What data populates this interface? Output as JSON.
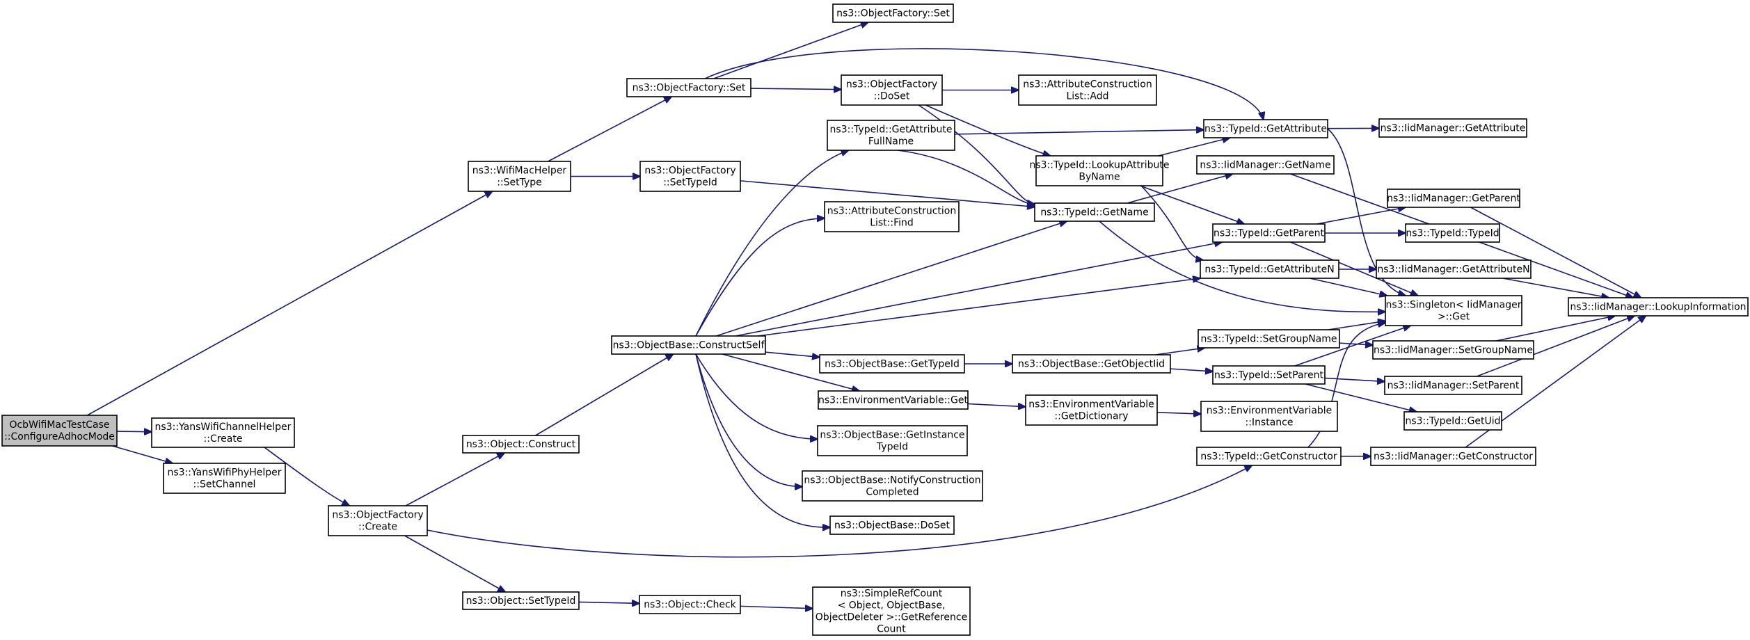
{
  "graph": {
    "edge_color": "#191970",
    "root_fill": "#bfbfbf",
    "nodes": [
      {
        "id": "root",
        "lines": [
          "OcbWifiMacTestCase",
          "::ConfigureAdhocMode"
        ],
        "root": true
      },
      {
        "id": "wmh_settype",
        "lines": [
          "ns3::WifiMacHelper",
          "::SetType"
        ]
      },
      {
        "id": "ywch_create",
        "lines": [
          "ns3::YansWifiChannelHelper",
          "::Create"
        ]
      },
      {
        "id": "ywph_setchannel",
        "lines": [
          "ns3::YansWifiPhyHelper",
          "::SetChannel"
        ]
      },
      {
        "id": "of_set",
        "lines": [
          "ns3::ObjectFactory::Set"
        ]
      },
      {
        "id": "of_settypeid",
        "lines": [
          "ns3::ObjectFactory",
          "::SetTypeId"
        ]
      },
      {
        "id": "of_create",
        "lines": [
          "ns3::ObjectFactory",
          "::Create"
        ]
      },
      {
        "id": "obj_construct",
        "lines": [
          "ns3::Object::Construct"
        ]
      },
      {
        "id": "obj_settypeid",
        "lines": [
          "ns3::Object::SetTypeId"
        ]
      },
      {
        "id": "of_set_top",
        "lines": [
          "ns3::ObjectFactory::Set"
        ]
      },
      {
        "id": "of_doset",
        "lines": [
          "ns3::ObjectFactory",
          "::DoSet"
        ]
      },
      {
        "id": "tid_getattrfullname",
        "lines": [
          "ns3::TypeId::GetAttribute",
          "FullName"
        ]
      },
      {
        "id": "acl_find",
        "lines": [
          "ns3::AttributeConstruction",
          "List::Find"
        ]
      },
      {
        "id": "ob_constructself",
        "lines": [
          "ns3::ObjectBase::ConstructSelf"
        ]
      },
      {
        "id": "ob_gettypeid",
        "lines": [
          "ns3::ObjectBase::GetTypeId"
        ]
      },
      {
        "id": "ev_get",
        "lines": [
          "ns3::EnvironmentVariable::Get"
        ]
      },
      {
        "id": "ob_getinstancetypeid",
        "lines": [
          "ns3::ObjectBase::GetInstance",
          "TypeId"
        ]
      },
      {
        "id": "ob_notifyconstruction",
        "lines": [
          "ns3::ObjectBase::NotifyConstruction",
          "Completed"
        ]
      },
      {
        "id": "ob_doset",
        "lines": [
          "ns3::ObjectBase::DoSet"
        ]
      },
      {
        "id": "obj_check",
        "lines": [
          "ns3::Object::Check"
        ]
      },
      {
        "id": "src_getrefcount",
        "lines": [
          "ns3::SimpleRefCount",
          "< Object, ObjectBase,",
          "ObjectDeleter >::GetReference",
          "Count"
        ]
      },
      {
        "id": "acl_add",
        "lines": [
          "ns3::AttributeConstruction",
          "List::Add"
        ]
      },
      {
        "id": "tid_lookupattrbyname",
        "lines": [
          "ns3::TypeId::LookupAttribute",
          "ByName"
        ]
      },
      {
        "id": "tid_getname",
        "lines": [
          "ns3::TypeId::GetName"
        ]
      },
      {
        "id": "ob_getobjectiid",
        "lines": [
          "ns3::ObjectBase::GetObjectIid"
        ]
      },
      {
        "id": "ev_getdictionary",
        "lines": [
          "ns3::EnvironmentVariable",
          "::GetDictionary"
        ]
      },
      {
        "id": "tid_getattribute",
        "lines": [
          "ns3::TypeId::GetAttribute"
        ]
      },
      {
        "id": "iidm_getname",
        "lines": [
          "ns3::IidManager::GetName"
        ]
      },
      {
        "id": "tid_getparent",
        "lines": [
          "ns3::TypeId::GetParent"
        ]
      },
      {
        "id": "tid_getattributen",
        "lines": [
          "ns3::TypeId::GetAttributeN"
        ]
      },
      {
        "id": "tid_setgroupname",
        "lines": [
          "ns3::TypeId::SetGroupName"
        ]
      },
      {
        "id": "tid_setparent",
        "lines": [
          "ns3::TypeId::SetParent"
        ]
      },
      {
        "id": "ev_instance",
        "lines": [
          "ns3::EnvironmentVariable",
          "::Instance"
        ]
      },
      {
        "id": "tid_getconstructor",
        "lines": [
          "ns3::TypeId::GetConstructor"
        ]
      },
      {
        "id": "iidm_getattribute",
        "lines": [
          "ns3::IidManager::GetAttribute"
        ]
      },
      {
        "id": "iidm_getparent",
        "lines": [
          "ns3::IidManager::GetParent"
        ]
      },
      {
        "id": "tid_typeid",
        "lines": [
          "ns3::TypeId::TypeId"
        ]
      },
      {
        "id": "iidm_getattributen",
        "lines": [
          "ns3::IidManager::GetAttributeN"
        ]
      },
      {
        "id": "singleton_get",
        "lines": [
          "ns3::Singleton< IidManager",
          " >::Get"
        ]
      },
      {
        "id": "iidm_setgroupname",
        "lines": [
          "ns3::IidManager::SetGroupName"
        ]
      },
      {
        "id": "iidm_setparent",
        "lines": [
          "ns3::IidManager::SetParent"
        ]
      },
      {
        "id": "tid_getuid",
        "lines": [
          "ns3::TypeId::GetUid"
        ]
      },
      {
        "id": "iidm_getconstructor",
        "lines": [
          "ns3::IidManager::GetConstructor"
        ]
      },
      {
        "id": "iidm_lookupinformation",
        "lines": [
          "ns3::IidManager::LookupInformation"
        ]
      }
    ],
    "edges": [
      [
        "root",
        "wmh_settype"
      ],
      [
        "root",
        "ywch_create"
      ],
      [
        "root",
        "ywph_setchannel"
      ],
      [
        "wmh_settype",
        "of_set"
      ],
      [
        "wmh_settype",
        "of_settypeid"
      ],
      [
        "ywch_create",
        "of_create"
      ],
      [
        "of_create",
        "obj_construct"
      ],
      [
        "of_create",
        "obj_settypeid"
      ],
      [
        "of_create",
        "tid_getconstructor"
      ],
      [
        "obj_construct",
        "ob_constructself"
      ],
      [
        "obj_settypeid",
        "obj_check"
      ],
      [
        "obj_check",
        "src_getrefcount"
      ],
      [
        "of_set",
        "of_set_top"
      ],
      [
        "of_set",
        "of_doset"
      ],
      [
        "of_settypeid",
        "tid_getname"
      ],
      [
        "of_doset",
        "acl_add"
      ],
      [
        "of_doset",
        "tid_lookupattrbyname"
      ],
      [
        "of_doset",
        "tid_getname"
      ],
      [
        "ob_constructself",
        "tid_getattribute"
      ],
      [
        "ob_constructself",
        "tid_getattrfullname"
      ],
      [
        "ob_constructself",
        "acl_find"
      ],
      [
        "ob_constructself",
        "tid_getname"
      ],
      [
        "ob_constructself",
        "tid_getparent"
      ],
      [
        "ob_constructself",
        "tid_getattributen"
      ],
      [
        "ob_constructself",
        "ob_gettypeid"
      ],
      [
        "ob_constructself",
        "ev_get"
      ],
      [
        "ob_constructself",
        "ob_getinstancetypeid"
      ],
      [
        "ob_constructself",
        "ob_notifyconstruction"
      ],
      [
        "ob_constructself",
        "ob_doset"
      ],
      [
        "tid_getattrfullname",
        "tid_getattribute"
      ],
      [
        "tid_getattrfullname",
        "tid_getname"
      ],
      [
        "tid_lookupattrbyname",
        "tid_getattribute"
      ],
      [
        "tid_lookupattrbyname",
        "tid_getparent"
      ],
      [
        "tid_lookupattrbyname",
        "tid_getattributen"
      ],
      [
        "tid_getname",
        "iidm_getname"
      ],
      [
        "tid_getname",
        "singleton_get"
      ],
      [
        "ob_gettypeid",
        "ob_getobjectiid"
      ],
      [
        "ob_getobjectiid",
        "tid_setgroupname"
      ],
      [
        "ob_getobjectiid",
        "tid_setparent"
      ],
      [
        "ev_get",
        "ev_getdictionary"
      ],
      [
        "ev_getdictionary",
        "ev_instance"
      ],
      [
        "tid_getattribute",
        "iidm_getattribute"
      ],
      [
        "tid_getattribute",
        "singleton_get"
      ],
      [
        "iidm_getname",
        "iidm_lookupinformation"
      ],
      [
        "tid_getparent",
        "iidm_getparent"
      ],
      [
        "tid_getparent",
        "tid_typeid"
      ],
      [
        "tid_getparent",
        "singleton_get"
      ],
      [
        "tid_getattributen",
        "iidm_getattributen"
      ],
      [
        "tid_getattributen",
        "singleton_get"
      ],
      [
        "tid_setgroupname",
        "singleton_get"
      ],
      [
        "tid_setgroupname",
        "iidm_setgroupname"
      ],
      [
        "tid_setparent",
        "singleton_get"
      ],
      [
        "tid_setparent",
        "iidm_setparent"
      ],
      [
        "tid_setparent",
        "tid_getuid"
      ],
      [
        "tid_getconstructor",
        "singleton_get"
      ],
      [
        "tid_getconstructor",
        "iidm_getconstructor"
      ],
      [
        "iidm_getparent",
        "iidm_lookupinformation"
      ],
      [
        "iidm_getattributen",
        "iidm_lookupinformation"
      ],
      [
        "iidm_setgroupname",
        "iidm_lookupinformation"
      ],
      [
        "iidm_setparent",
        "iidm_lookupinformation"
      ],
      [
        "iidm_getconstructor",
        "iidm_lookupinformation"
      ]
    ]
  }
}
